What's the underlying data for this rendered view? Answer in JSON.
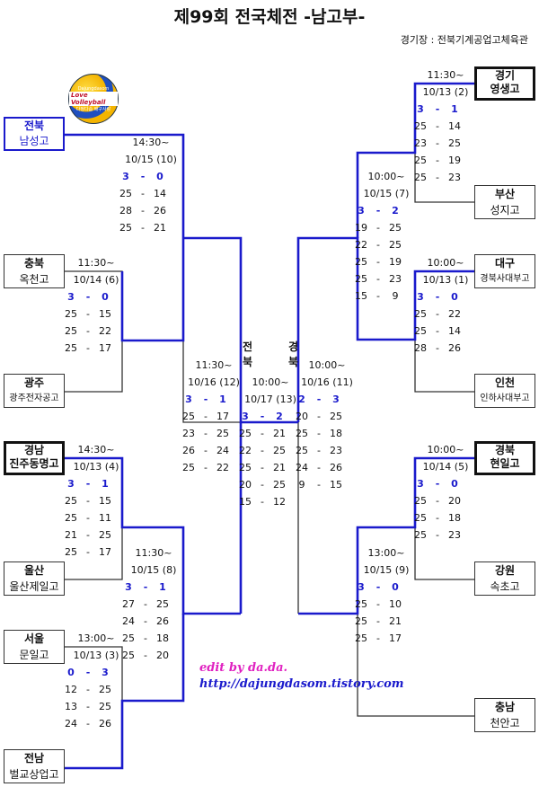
{
  "title": "제99회 전국체전 -남고부-",
  "venue": "경기장 : 전북기계공업고체육관",
  "logo": {
    "top_text": "Dajungdasom",
    "main_text": "Love Volleyball",
    "bottom_text": "다정다솜 배구사랑"
  },
  "credit": {
    "edit": "edit by da.da.",
    "url": "http://dajungdasom.tistory.com"
  },
  "teams": {
    "jeonbuk": {
      "region": "전북",
      "school": "남성고"
    },
    "chungbuk": {
      "region": "충북",
      "school": "옥천고"
    },
    "gwangju": {
      "region": "광주",
      "school": "광주전자공고"
    },
    "gyeongnam": {
      "region": "경남",
      "school": "진주동명고"
    },
    "ulsan": {
      "region": "울산",
      "school": "울산제일고"
    },
    "seoul": {
      "region": "서울",
      "school": "문일고"
    },
    "jeonnam": {
      "region": "전남",
      "school": "벌교상업고"
    },
    "gyeonggi": {
      "region": "경기",
      "school": "영생고"
    },
    "busan": {
      "region": "부산",
      "school": "성지고"
    },
    "daegu": {
      "region": "대구",
      "school": "경북사대부고"
    },
    "incheon": {
      "region": "인천",
      "school": "인하사대부고"
    },
    "gyeongbuk": {
      "region": "경북",
      "school": "현일고"
    },
    "gangwon": {
      "region": "강원",
      "school": "속초고"
    },
    "chungnam": {
      "region": "충남",
      "school": "천안고"
    }
  },
  "matches": {
    "l1": {
      "time": "14:30~",
      "date": "10/15 (10)",
      "total": [
        "3",
        "-",
        "0"
      ],
      "sets": [
        [
          "25",
          "-",
          "14"
        ],
        [
          "28",
          "-",
          "26"
        ],
        [
          "25",
          "-",
          "21"
        ]
      ]
    },
    "l2": {
      "time": "11:30~",
      "date": "10/14 (6)",
      "total": [
        "3",
        "-",
        "0"
      ],
      "sets": [
        [
          "25",
          "-",
          "15"
        ],
        [
          "25",
          "-",
          "22"
        ],
        [
          "25",
          "-",
          "17"
        ]
      ]
    },
    "l3": {
      "time": "14:30~",
      "date": "10/13 (4)",
      "total": [
        "3",
        "-",
        "1"
      ],
      "sets": [
        [
          "25",
          "-",
          "15"
        ],
        [
          "25",
          "-",
          "11"
        ],
        [
          "21",
          "-",
          "25"
        ],
        [
          "25",
          "-",
          "17"
        ]
      ]
    },
    "l4": {
      "time": "11:30~",
      "date": "10/15 (8)",
      "total": [
        "3",
        "-",
        "1"
      ],
      "sets": [
        [
          "27",
          "-",
          "25"
        ],
        [
          "24",
          "-",
          "26"
        ],
        [
          "25",
          "-",
          "18"
        ],
        [
          "25",
          "-",
          "20"
        ]
      ]
    },
    "l5": {
      "time": "13:00~",
      "date": "10/13 (3)",
      "total": [
        "0",
        "-",
        "3"
      ],
      "sets": [
        [
          "12",
          "-",
          "25"
        ],
        [
          "13",
          "-",
          "25"
        ],
        [
          "24",
          "-",
          "26"
        ]
      ]
    },
    "lsf": {
      "time": "11:30~",
      "date": "10/16 (12)",
      "total": [
        "3",
        "-",
        "1"
      ],
      "sets": [
        [
          "25",
          "-",
          "17"
        ],
        [
          "23",
          "-",
          "25"
        ],
        [
          "26",
          "-",
          "24"
        ],
        [
          "25",
          "-",
          "22"
        ]
      ]
    },
    "final": {
      "time": "10:00~",
      "date": "10/17 (13)",
      "total": [
        "3",
        "-",
        "2"
      ],
      "sets": [
        [
          "25",
          "-",
          "21"
        ],
        [
          "22",
          "-",
          "25"
        ],
        [
          "25",
          "-",
          "21"
        ],
        [
          "20",
          "-",
          "25"
        ],
        [
          "15",
          "-",
          "12"
        ]
      ]
    },
    "rsf": {
      "time": "10:00~",
      "date": "10/16 (11)",
      "total": [
        "2",
        "-",
        "3"
      ],
      "sets": [
        [
          "20",
          "-",
          "25"
        ],
        [
          "25",
          "-",
          "18"
        ],
        [
          "25",
          "-",
          "23"
        ],
        [
          "24",
          "-",
          "26"
        ],
        [
          "9",
          "-",
          "15"
        ]
      ]
    },
    "r1": {
      "time": "11:30~",
      "date": "10/13 (2)",
      "total": [
        "3",
        "-",
        "1"
      ],
      "sets": [
        [
          "25",
          "-",
          "14"
        ],
        [
          "23",
          "-",
          "25"
        ],
        [
          "25",
          "-",
          "19"
        ],
        [
          "25",
          "-",
          "23"
        ]
      ]
    },
    "r2": {
      "time": "10:00~",
      "date": "10/15 (7)",
      "total": [
        "3",
        "-",
        "2"
      ],
      "sets": [
        [
          "19",
          "-",
          "25"
        ],
        [
          "22",
          "-",
          "25"
        ],
        [
          "25",
          "-",
          "19"
        ],
        [
          "25",
          "-",
          "23"
        ],
        [
          "15",
          "-",
          "9"
        ]
      ]
    },
    "r3": {
      "time": "10:00~",
      "date": "10/13 (1)",
      "total": [
        "3",
        "-",
        "0"
      ],
      "sets": [
        [
          "25",
          "-",
          "22"
        ],
        [
          "25",
          "-",
          "14"
        ],
        [
          "28",
          "-",
          "26"
        ]
      ]
    },
    "r4": {
      "time": "10:00~",
      "date": "10/14 (5)",
      "total": [
        "3",
        "-",
        "0"
      ],
      "sets": [
        [
          "25",
          "-",
          "20"
        ],
        [
          "25",
          "-",
          "18"
        ],
        [
          "25",
          "-",
          "23"
        ]
      ]
    },
    "r5": {
      "time": "13:00~",
      "date": "10/15 (9)",
      "total": [
        "3",
        "-",
        "0"
      ],
      "sets": [
        [
          "25",
          "-",
          "10"
        ],
        [
          "25",
          "-",
          "21"
        ],
        [
          "25",
          "-",
          "17"
        ]
      ]
    }
  },
  "final_head": {
    "left_top": "전",
    "left_bottom": "북",
    "right_top": "경",
    "right_bottom": "북"
  },
  "colors": {
    "win_line": "#1a1acc",
    "line": "#333333",
    "win_score": "#1a1acc",
    "credit_edit": "#e020c0",
    "credit_url": "#1a1acc"
  }
}
